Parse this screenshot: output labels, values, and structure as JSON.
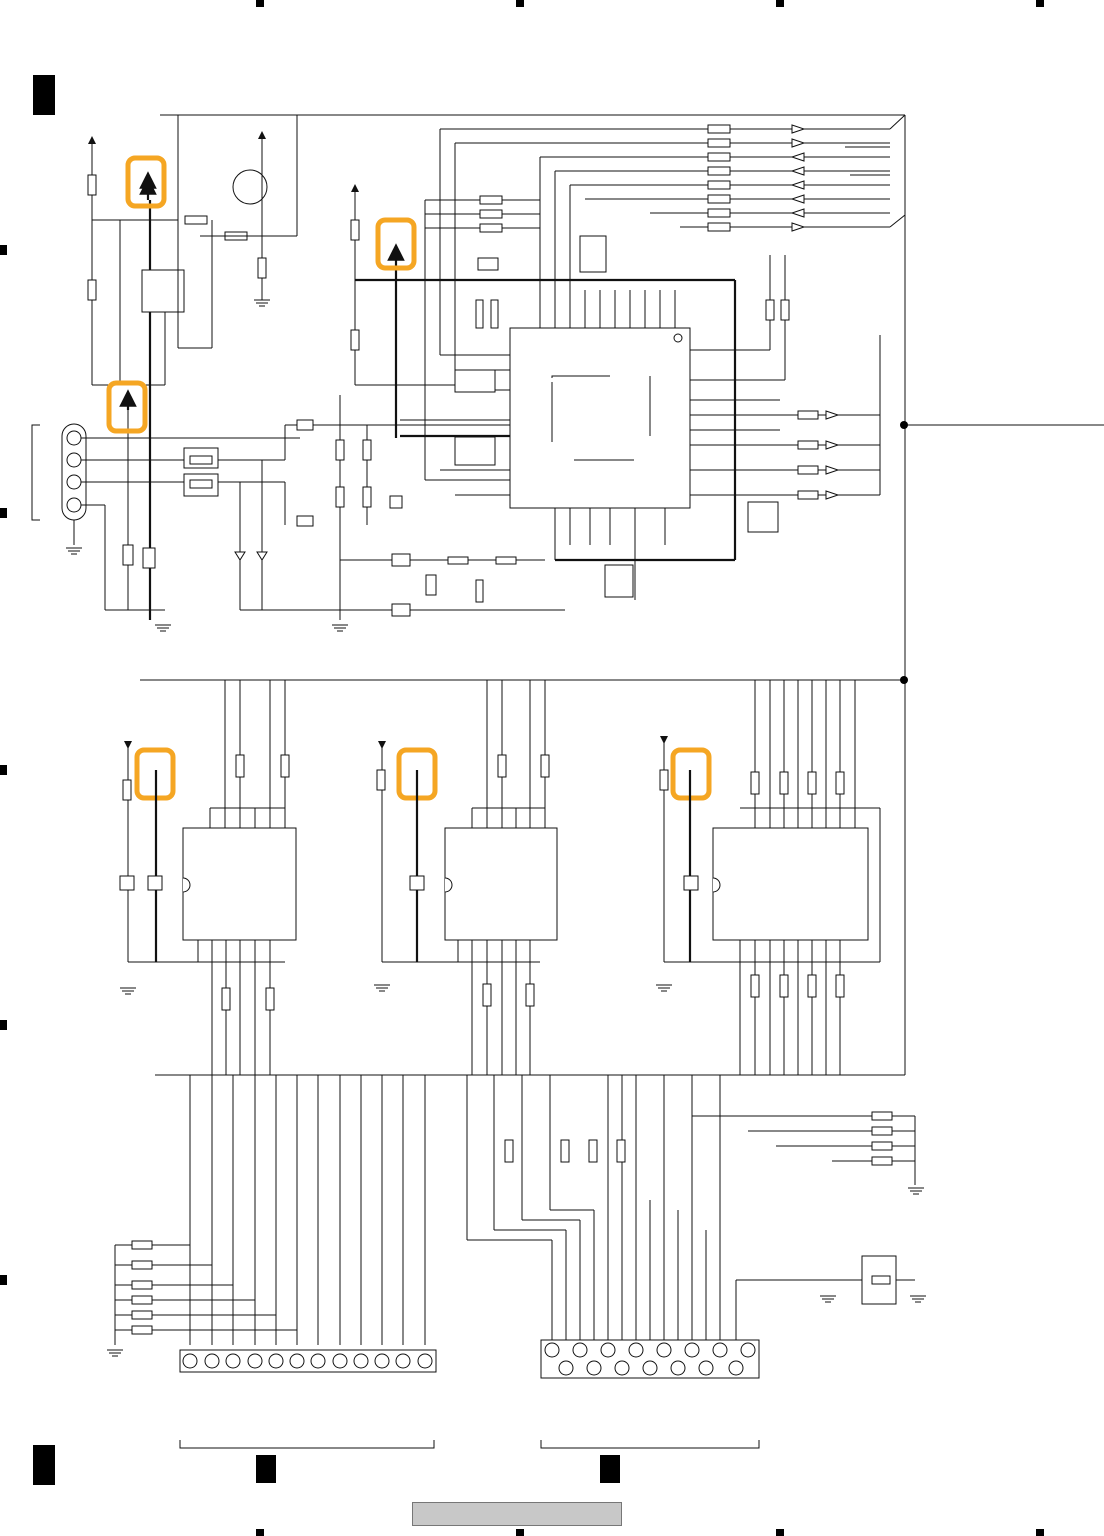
{
  "diagram": {
    "kind": "electrical-schematic",
    "page_marker": "",
    "connectors": [
      {
        "id": "left-jack",
        "pins": 4
      },
      {
        "id": "conn-left",
        "pins": 12
      },
      {
        "id": "conn-right",
        "pins": 15
      }
    ],
    "ics": [
      {
        "id": "main-ic"
      },
      {
        "id": "regulator"
      },
      {
        "id": "transistor"
      },
      {
        "id": "buffer-ic-1"
      },
      {
        "id": "buffer-ic-2"
      },
      {
        "id": "buffer-ic-3"
      }
    ],
    "highlighted_supply_arrows": 6,
    "highlight_color": "#f5a623"
  }
}
